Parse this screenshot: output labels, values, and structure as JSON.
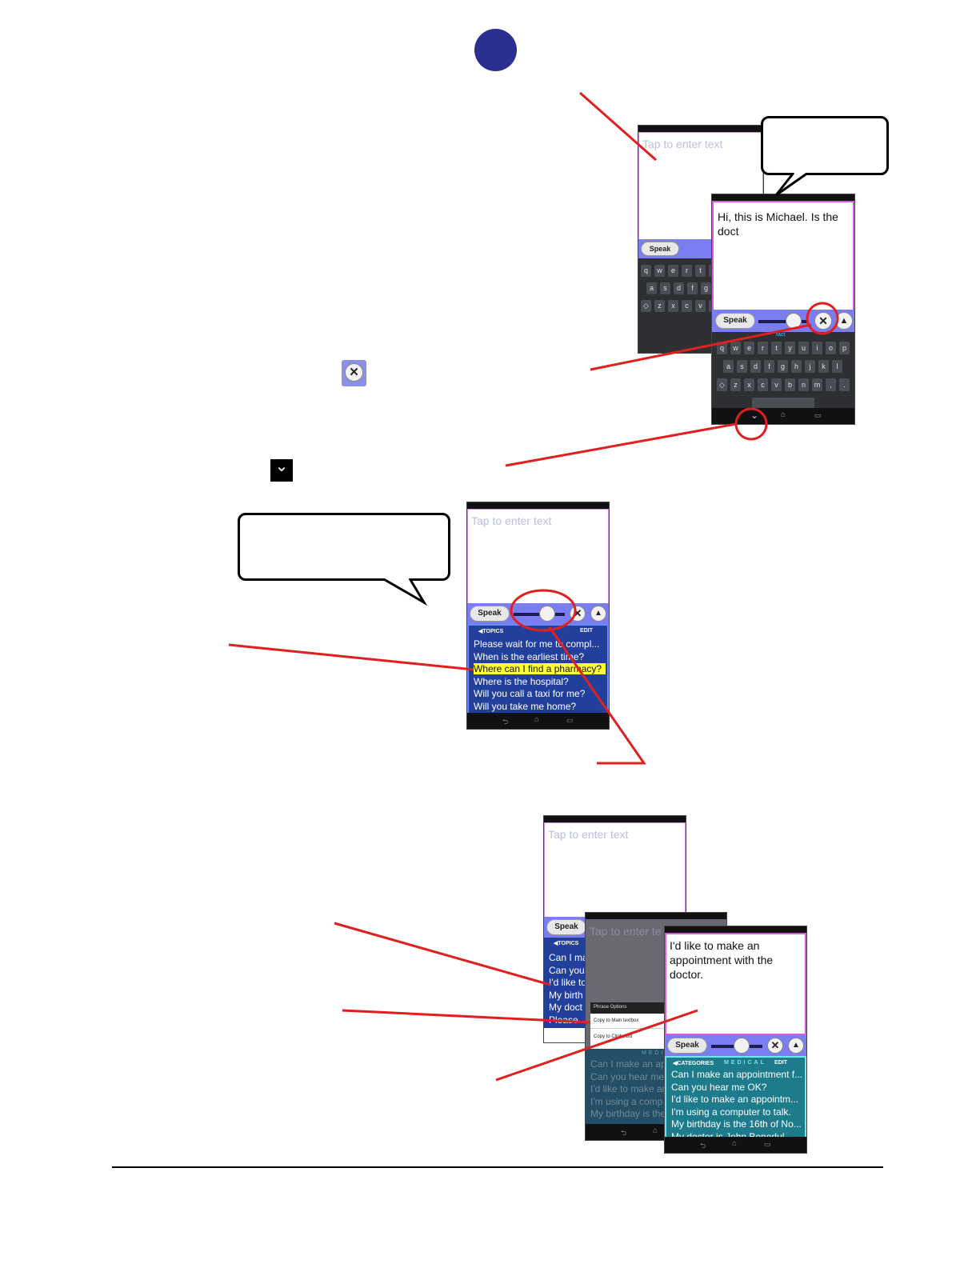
{
  "phone1": {
    "placeholder": "Tap to enter text",
    "speak_label": "Speak",
    "keys_row1": [
      "q",
      "w",
      "e",
      "r",
      "t",
      "y"
    ],
    "keys_row2": [
      "a",
      "s",
      "d",
      "f",
      "g"
    ],
    "keys_row3": [
      "◇",
      "z",
      "x",
      "c",
      "v",
      "b"
    ]
  },
  "phone2": {
    "typed_text": "Hi, this is Michael. Is the doct",
    "speak_label": "Speak",
    "suggestion": "fact",
    "keys_row1": [
      "q",
      "w",
      "e",
      "r",
      "t",
      "y",
      "u",
      "i",
      "o",
      "p"
    ],
    "keys_row2": [
      "a",
      "s",
      "d",
      "f",
      "g",
      "h",
      "j",
      "k",
      "l"
    ],
    "keys_row3": [
      "◇",
      "z",
      "x",
      "c",
      "v",
      "b",
      "n",
      "m",
      ",",
      "."
    ]
  },
  "phone3": {
    "placeholder": "Tap to enter text",
    "speak_label": "Speak",
    "topics_label": "◀TOPICS",
    "edit_label": "EDIT",
    "phrases": [
      "Please wait for me to compl...",
      "When is the earliest time?",
      "Where can I find a pharmacy?",
      "Where is the hospital?",
      "Will you call a taxi for me?",
      "Will you take me home?"
    ]
  },
  "phone4": {
    "placeholder": "Tap to enter text",
    "speak_label": "Speak",
    "topics_label": "◀TOPICS",
    "phrases": [
      "Can I ma",
      "Can you",
      "I'd like to",
      "My birth",
      "My doct",
      "Please"
    ]
  },
  "phone5": {
    "placeholder": "Tap to enter te",
    "menu_title": "Phrase Options",
    "menu_items": [
      "Copy to Main textbox",
      "Copy to Clipboard"
    ],
    "category_label": "MEDICAL",
    "phrases": [
      "Can I make an ap",
      "Can you hear me",
      "I'd like to make an",
      "I'm using a comp",
      "My birthday is the"
    ]
  },
  "phone6": {
    "typed_text": "I'd like to make an appointment with the doctor.",
    "speak_label": "Speak",
    "categories_label": "◀CATEGORIES",
    "category_label": "MEDICAL",
    "edit_label": "EDIT",
    "phrases": [
      "Can I make an appointment f...",
      "Can you hear me OK?",
      "I'd like to make an appointm...",
      "I'm using a computer to talk.",
      "My birthday is the 16th of No...",
      "My doctor is John Benedul..."
    ]
  },
  "colors": {
    "callout_red": "#e02020",
    "badge_blue": "#2b2f8f",
    "control_bar": "#7b7df2",
    "phrase_panel": "#233f9c",
    "highlight": "#ffff33"
  }
}
